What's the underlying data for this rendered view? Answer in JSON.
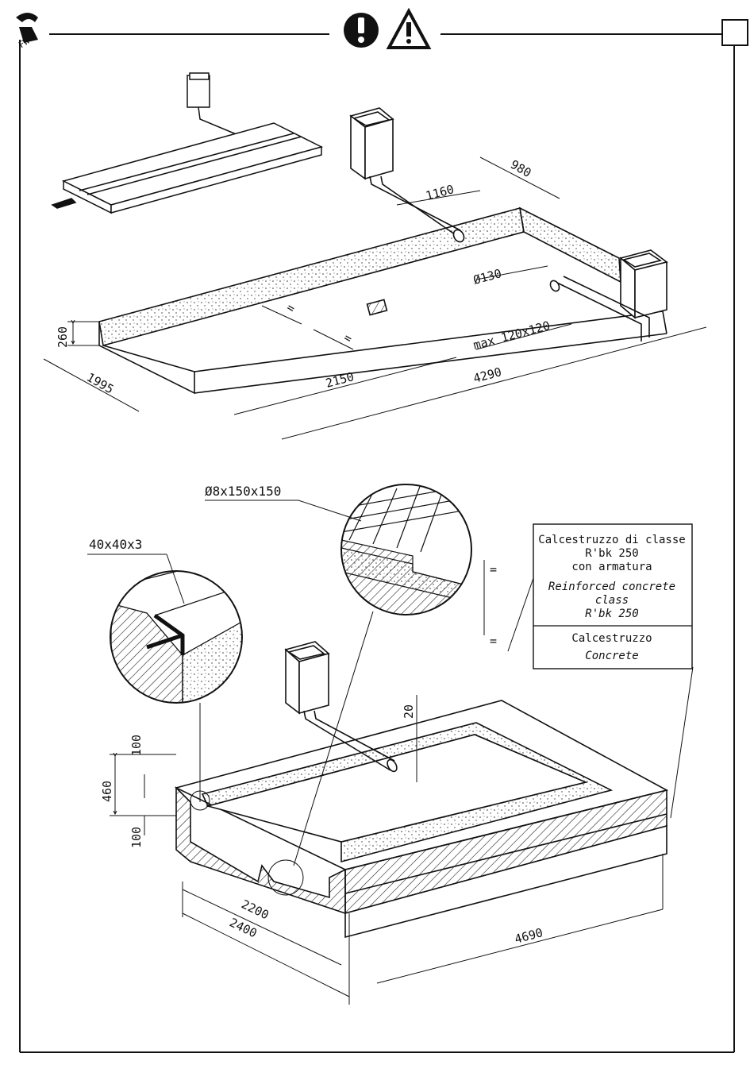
{
  "header": {
    "page_number": ""
  },
  "top_view": {
    "dim_depth": "260",
    "dim_width": "1995",
    "dim_center": "2150",
    "dim_length": "4290",
    "dim_pipe_run": "1160",
    "dim_pipe_offset": "980",
    "dim_pipe_diameter": "Ø130",
    "dim_drain": "max 120x120",
    "equal_mark": "="
  },
  "bottom_view": {
    "mesh_label": "Ø8x150x150",
    "angle_label": "40x40x3",
    "dim_total_depth": "460",
    "dim_top_layer": "100",
    "dim_bottom_layer": "100",
    "dim_slope": "20",
    "dim_inner_width": "2200",
    "dim_outer_width": "2400",
    "dim_length": "4690",
    "equal_mark": "="
  },
  "legend": {
    "it_line1": "Calcestruzzo di classe",
    "it_line2": "R'bk 250",
    "it_line3": "con armatura",
    "en_line1": "Reinforced concrete",
    "en_line2": "class",
    "en_line3": "R'bk 250",
    "it_concrete": "Calcestruzzo",
    "en_concrete": "Concrete"
  },
  "icons": [
    "logo-icon",
    "mandatory-icon",
    "warning-icon"
  ]
}
